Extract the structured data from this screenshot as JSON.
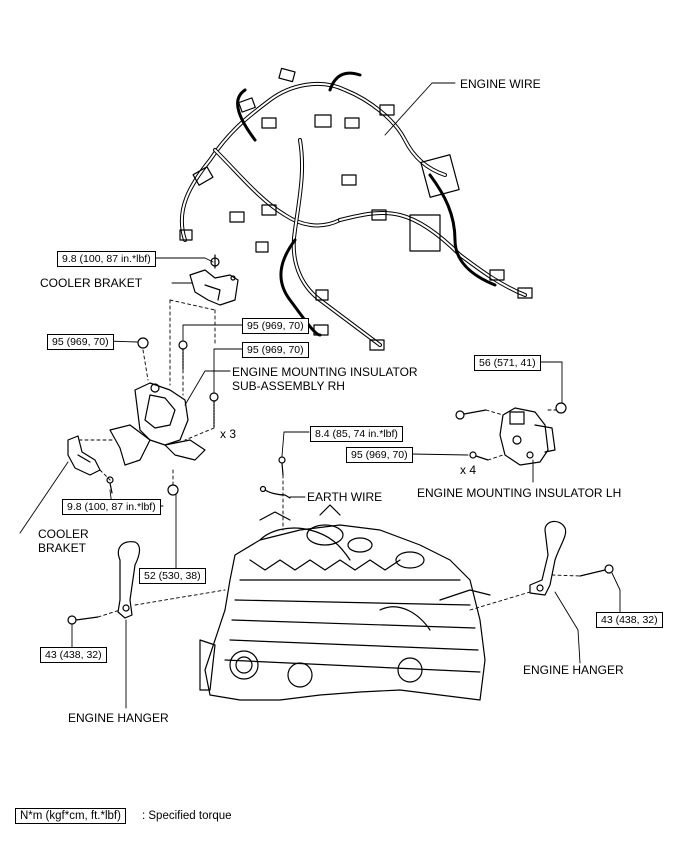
{
  "labels": {
    "engine_wire": "ENGINE WIRE",
    "cooler_braket_top": "COOLER BRAKET",
    "cooler_braket_left_line1": "COOLER",
    "cooler_braket_left_line2": "BRAKET",
    "insulator_rh_line1": "ENGINE MOUNTING INSULATOR",
    "insulator_rh_line2": "SUB-ASSEMBLY RH",
    "insulator_lh": "ENGINE MOUNTING INSULATOR LH",
    "earth_wire": "EARTH WIRE",
    "engine_hanger_left": "ENGINE HANGER",
    "engine_hanger_right": "ENGINE HANGER",
    "x3": "x 3",
    "x4": "x 4"
  },
  "torques": {
    "t_9_8_top": "9.8 (100, 87 in.*lbf)",
    "t_95_left": "95 (969, 70)",
    "t_95_mid_a": "95 (969, 70)",
    "t_95_mid_b": "95 (969, 70)",
    "t_9_8_bottom": "9.8 (100, 87 in.*lbf)",
    "t_52": "52 (530, 38)",
    "t_43_left": "43 (438, 32)",
    "t_8_4": "8.4 (85, 74 in.*lbf)",
    "t_95_right": "95 (969, 70)",
    "t_56": "56 (571, 41)",
    "t_43_right": "43 (438, 32)"
  },
  "legend": {
    "unit": "N*m (kgf*cm, ft.*lbf)",
    "text": ": Specified torque"
  }
}
